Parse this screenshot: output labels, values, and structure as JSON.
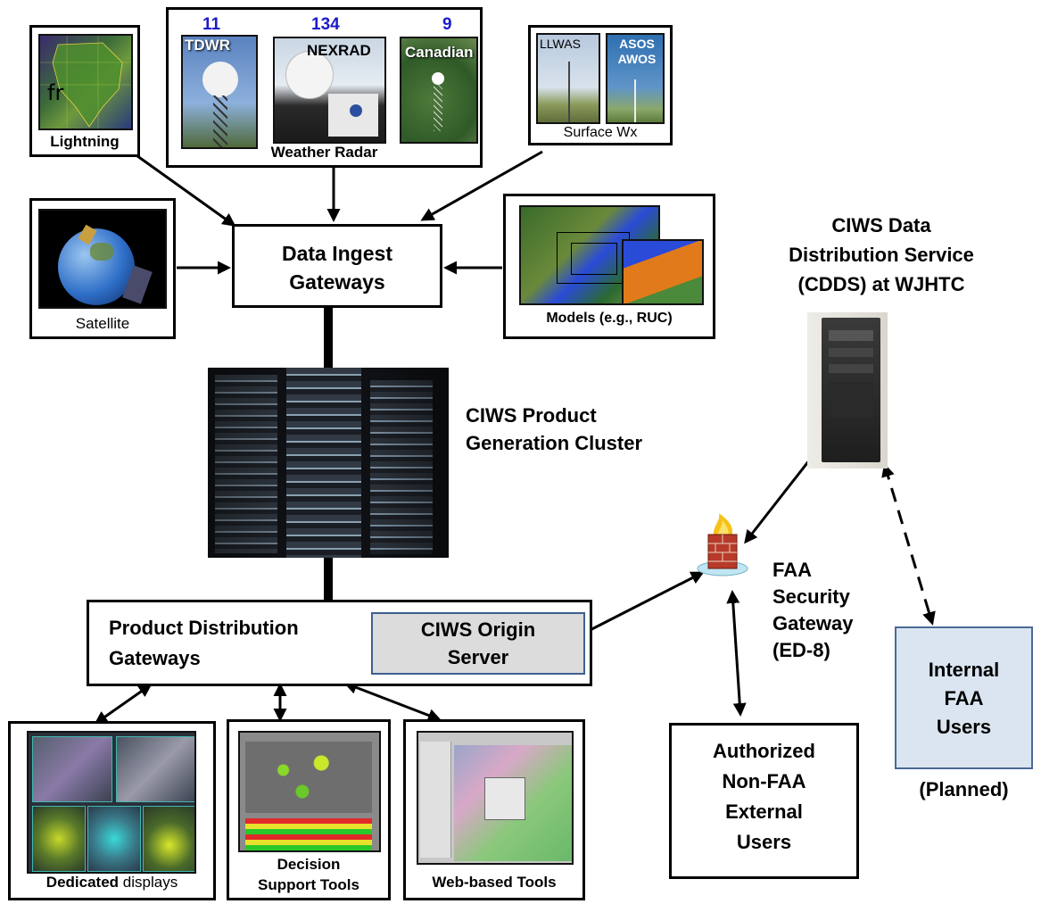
{
  "sources": {
    "lightning": {
      "label": "Lightning",
      "map_text": "fr"
    },
    "radar": {
      "label": "Weather Radar",
      "tdwr": {
        "count": "11",
        "name": "TDWR"
      },
      "nexrad": {
        "count": "134",
        "name": "NEXRAD"
      },
      "canadian": {
        "count": "9",
        "name": "Canadian"
      }
    },
    "surface": {
      "label": "Surface Wx",
      "llwas": "LLWAS",
      "asos": "ASOS\nAWOS"
    },
    "satellite": {
      "label": "Satellite"
    },
    "models": {
      "label": "Models (e.g., RUC)"
    }
  },
  "ingest": {
    "line1": "Data Ingest",
    "line2": "Gateways"
  },
  "cluster": {
    "line1": "CIWS Product",
    "line2": "Generation Cluster"
  },
  "cdds": {
    "line1": "CIWS Data",
    "line2": "Distribution Service",
    "line3": "(CDDS) at WJHTC"
  },
  "distribution": {
    "line1": "Product Distribution",
    "line2": "Gateways"
  },
  "origin": {
    "line1": "CIWS Origin",
    "line2": "Server"
  },
  "security": {
    "line1": "FAA",
    "line2": "Security",
    "line3": "Gateway",
    "line4": "(ED-8)"
  },
  "internal": {
    "line1": "Internal",
    "line2": "FAA",
    "line3": "Users",
    "planned": "(Planned)"
  },
  "external": {
    "line1": "Authorized",
    "line2": "Non-FAA",
    "line3": "External",
    "line4": "Users"
  },
  "outputs": {
    "dedicated": {
      "label_bold": "Dedicated",
      "label_rest": " displays"
    },
    "decision": {
      "line1": "Decision",
      "line2": "Support Tools"
    },
    "web": {
      "label": "Web-based Tools"
    }
  },
  "colors": {
    "radar_count": "#1c1cc8",
    "origin_fill": "#dcdcdc",
    "origin_border": "#3f5f8f",
    "internal_fill": "#dbe5f1"
  }
}
